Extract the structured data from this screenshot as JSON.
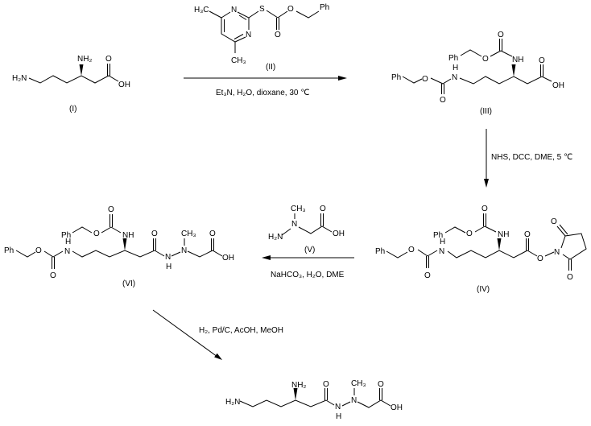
{
  "compounds": {
    "I": {
      "label": "(I)",
      "atoms": [
        "H₂N",
        "NH₂",
        "O",
        "OH"
      ]
    },
    "II": {
      "label": "(II)",
      "atoms": [
        "H₃C",
        "N",
        "N",
        "S",
        "O",
        "Ph",
        "O",
        "CH₃"
      ]
    },
    "III": {
      "label": "(III)",
      "atoms": [
        "Ph",
        "O",
        "O",
        "H",
        "N",
        "NH",
        "O",
        "O",
        "Ph",
        "O",
        "OH"
      ]
    },
    "IV": {
      "label": "(IV)",
      "atoms": [
        "Ph",
        "O",
        "O",
        "N",
        "H",
        "NH",
        "O",
        "O",
        "Ph",
        "O",
        "O",
        "N",
        "O",
        "O"
      ]
    },
    "V": {
      "label": "(V)",
      "atoms": [
        "H₂N",
        "N",
        "CH₃",
        "O",
        "OH"
      ]
    },
    "VI": {
      "label": "(VI)",
      "atoms": [
        "Ph",
        "O",
        "O",
        "N",
        "H",
        "NH",
        "O",
        "O",
        "Ph",
        "O",
        "N",
        "H",
        "N",
        "CH₃",
        "O",
        "OH"
      ]
    },
    "product": {
      "atoms": [
        "H₂N",
        "NH₂",
        "O",
        "N",
        "H",
        "N",
        "CH₃",
        "O",
        "OH"
      ]
    }
  },
  "steps": {
    "step1": "Et₃N, H₂O, dioxane, 30 ℃",
    "step2": "NHS, DCC, DME, 5 ℃",
    "step3": "NaHCO₃, H₂O, DME",
    "step4": "H₂, Pd/C, AcOH, MeOH"
  }
}
